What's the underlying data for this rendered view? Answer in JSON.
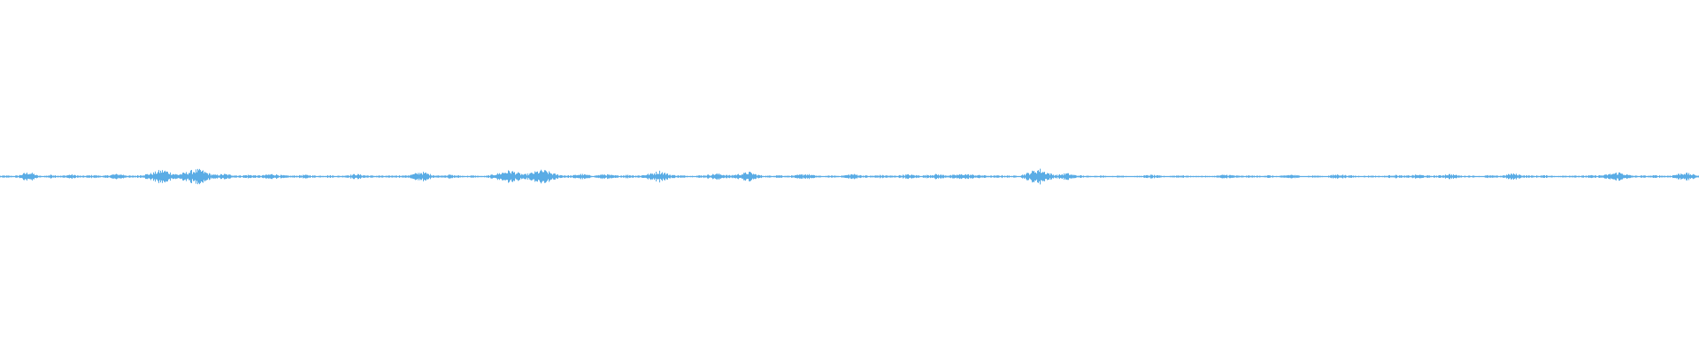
{
  "waveform": {
    "color": "#5aace5",
    "background": "#ffffff",
    "amplitude_profile": [
      0.04,
      0.05,
      0.04,
      0.04,
      0.06,
      0.15,
      0.2,
      0.15,
      0.05,
      0.03,
      0.05,
      0.09,
      0.06,
      0.04,
      0.06,
      0.1,
      0.07,
      0.04,
      0.04,
      0.06,
      0.07,
      0.05,
      0.04,
      0.06,
      0.1,
      0.12,
      0.1,
      0.06,
      0.04,
      0.05,
      0.07,
      0.11,
      0.14,
      0.2,
      0.28,
      0.3,
      0.22,
      0.14,
      0.1,
      0.16,
      0.21,
      0.28,
      0.32,
      0.3,
      0.2,
      0.12,
      0.08,
      0.1,
      0.12,
      0.09,
      0.07,
      0.05,
      0.06,
      0.08,
      0.07,
      0.05,
      0.06,
      0.09,
      0.12,
      0.1,
      0.07,
      0.05,
      0.04,
      0.05,
      0.06,
      0.08,
      0.07,
      0.05,
      0.04,
      0.05,
      0.06,
      0.05,
      0.04,
      0.04,
      0.07,
      0.09,
      0.12,
      0.09,
      0.06,
      0.05,
      0.04,
      0.05,
      0.04,
      0.04,
      0.05,
      0.06,
      0.05,
      0.06,
      0.1,
      0.16,
      0.22,
      0.17,
      0.1,
      0.06,
      0.05,
      0.08,
      0.09,
      0.06,
      0.05,
      0.04,
      0.04,
      0.05,
      0.04,
      0.03,
      0.04,
      0.08,
      0.13,
      0.18,
      0.24,
      0.28,
      0.22,
      0.15,
      0.1,
      0.14,
      0.2,
      0.26,
      0.3,
      0.24,
      0.16,
      0.1,
      0.07,
      0.06,
      0.05,
      0.08,
      0.12,
      0.1,
      0.06,
      0.05,
      0.08,
      0.11,
      0.09,
      0.06,
      0.05,
      0.06,
      0.08,
      0.07,
      0.05,
      0.06,
      0.1,
      0.14,
      0.2,
      0.26,
      0.18,
      0.1,
      0.07,
      0.06,
      0.05,
      0.04,
      0.04,
      0.05,
      0.06,
      0.08,
      0.1,
      0.14,
      0.12,
      0.08,
      0.06,
      0.09,
      0.12,
      0.16,
      0.22,
      0.14,
      0.08,
      0.05,
      0.04,
      0.05,
      0.07,
      0.06,
      0.04,
      0.05,
      0.06,
      0.09,
      0.12,
      0.1,
      0.06,
      0.04,
      0.03,
      0.04,
      0.05,
      0.04,
      0.05,
      0.08,
      0.12,
      0.1,
      0.06,
      0.05,
      0.04,
      0.05,
      0.07,
      0.06,
      0.05,
      0.04,
      0.06,
      0.08,
      0.1,
      0.08,
      0.06,
      0.05,
      0.07,
      0.09,
      0.11,
      0.09,
      0.07,
      0.06,
      0.08,
      0.1,
      0.12,
      0.1,
      0.08,
      0.07,
      0.06,
      0.05,
      0.04,
      0.05,
      0.06,
      0.05,
      0.04,
      0.04,
      0.06,
      0.12,
      0.2,
      0.28,
      0.36,
      0.26,
      0.18,
      0.1,
      0.08,
      0.12,
      0.16,
      0.1,
      0.06,
      0.05,
      0.04,
      0.03,
      0.04,
      0.05,
      0.04,
      0.03,
      0.03,
      0.04,
      0.05,
      0.04,
      0.03,
      0.03,
      0.04,
      0.06,
      0.08,
      0.06,
      0.04,
      0.03,
      0.04,
      0.05,
      0.06,
      0.05,
      0.04,
      0.03,
      0.03,
      0.04,
      0.03,
      0.03,
      0.04,
      0.07,
      0.09,
      0.07,
      0.05,
      0.04,
      0.04,
      0.05,
      0.04,
      0.04,
      0.05,
      0.06,
      0.04,
      0.03,
      0.04,
      0.07,
      0.09,
      0.06,
      0.04,
      0.03,
      0.04,
      0.05,
      0.04,
      0.03,
      0.05,
      0.08,
      0.1,
      0.08,
      0.06,
      0.05,
      0.04,
      0.03,
      0.04,
      0.05,
      0.04,
      0.03,
      0.04,
      0.06,
      0.08,
      0.06,
      0.04,
      0.05,
      0.07,
      0.09,
      0.07,
      0.05,
      0.04,
      0.05,
      0.06,
      0.1,
      0.12,
      0.08,
      0.05,
      0.04,
      0.05,
      0.04,
      0.03,
      0.04,
      0.06,
      0.05,
      0.04,
      0.05,
      0.09,
      0.14,
      0.12,
      0.08,
      0.06,
      0.05,
      0.04,
      0.05,
      0.06,
      0.05,
      0.04,
      0.03,
      0.04,
      0.05,
      0.06,
      0.05,
      0.04,
      0.05,
      0.06,
      0.05,
      0.06,
      0.08,
      0.12,
      0.16,
      0.2,
      0.14,
      0.08,
      0.05,
      0.04,
      0.05,
      0.04,
      0.05,
      0.06,
      0.05,
      0.04,
      0.05,
      0.09,
      0.14,
      0.18,
      0.14,
      0.09,
      0.06
    ]
  }
}
